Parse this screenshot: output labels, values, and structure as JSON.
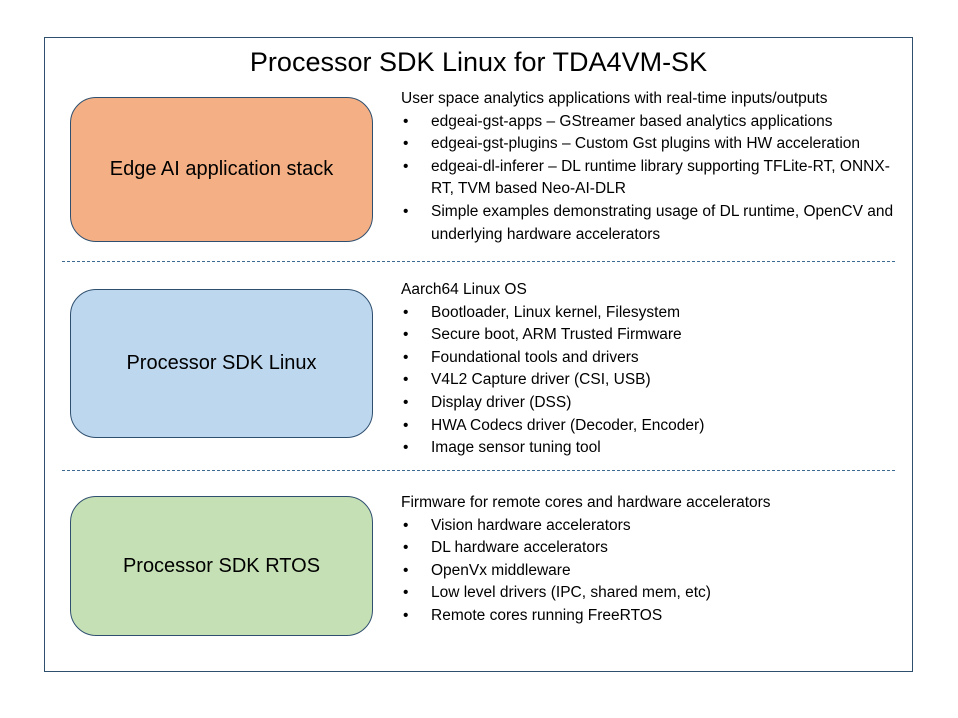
{
  "title": "Processor SDK Linux for TDA4VM-SK",
  "layers": [
    {
      "box_label": "Edge AI application stack",
      "box_color": "#f4b084",
      "heading": "User space analytics applications with real-time inputs/outputs",
      "bullets": [
        "edgeai-gst-apps – GStreamer based analytics applications",
        "edgeai-gst-plugins – Custom Gst plugins with HW acceleration",
        "edgeai-dl-inferer – DL runtime library supporting TFLite-RT, ONNX-RT, TVM based Neo-AI-DLR",
        "Simple examples demonstrating usage of DL runtime, OpenCV and underlying hardware accelerators"
      ]
    },
    {
      "box_label": "Processor SDK Linux",
      "box_color": "#bdd7ee",
      "heading": "Aarch64 Linux OS",
      "bullets": [
        "Bootloader, Linux kernel, Filesystem",
        "Secure boot, ARM Trusted Firmware",
        "Foundational tools and drivers",
        "V4L2 Capture driver (CSI, USB)",
        "Display driver (DSS)",
        "HWA Codecs driver (Decoder, Encoder)",
        "Image sensor tuning tool"
      ]
    },
    {
      "box_label": "Processor SDK RTOS",
      "box_color": "#c5e0b4",
      "heading": "Firmware for remote cores and hardware accelerators",
      "bullets": [
        "Vision hardware accelerators",
        "DL hardware accelerators",
        "OpenVx middleware",
        "Low level drivers (IPC, shared mem, etc)",
        "Remote cores running FreeRTOS"
      ]
    }
  ]
}
